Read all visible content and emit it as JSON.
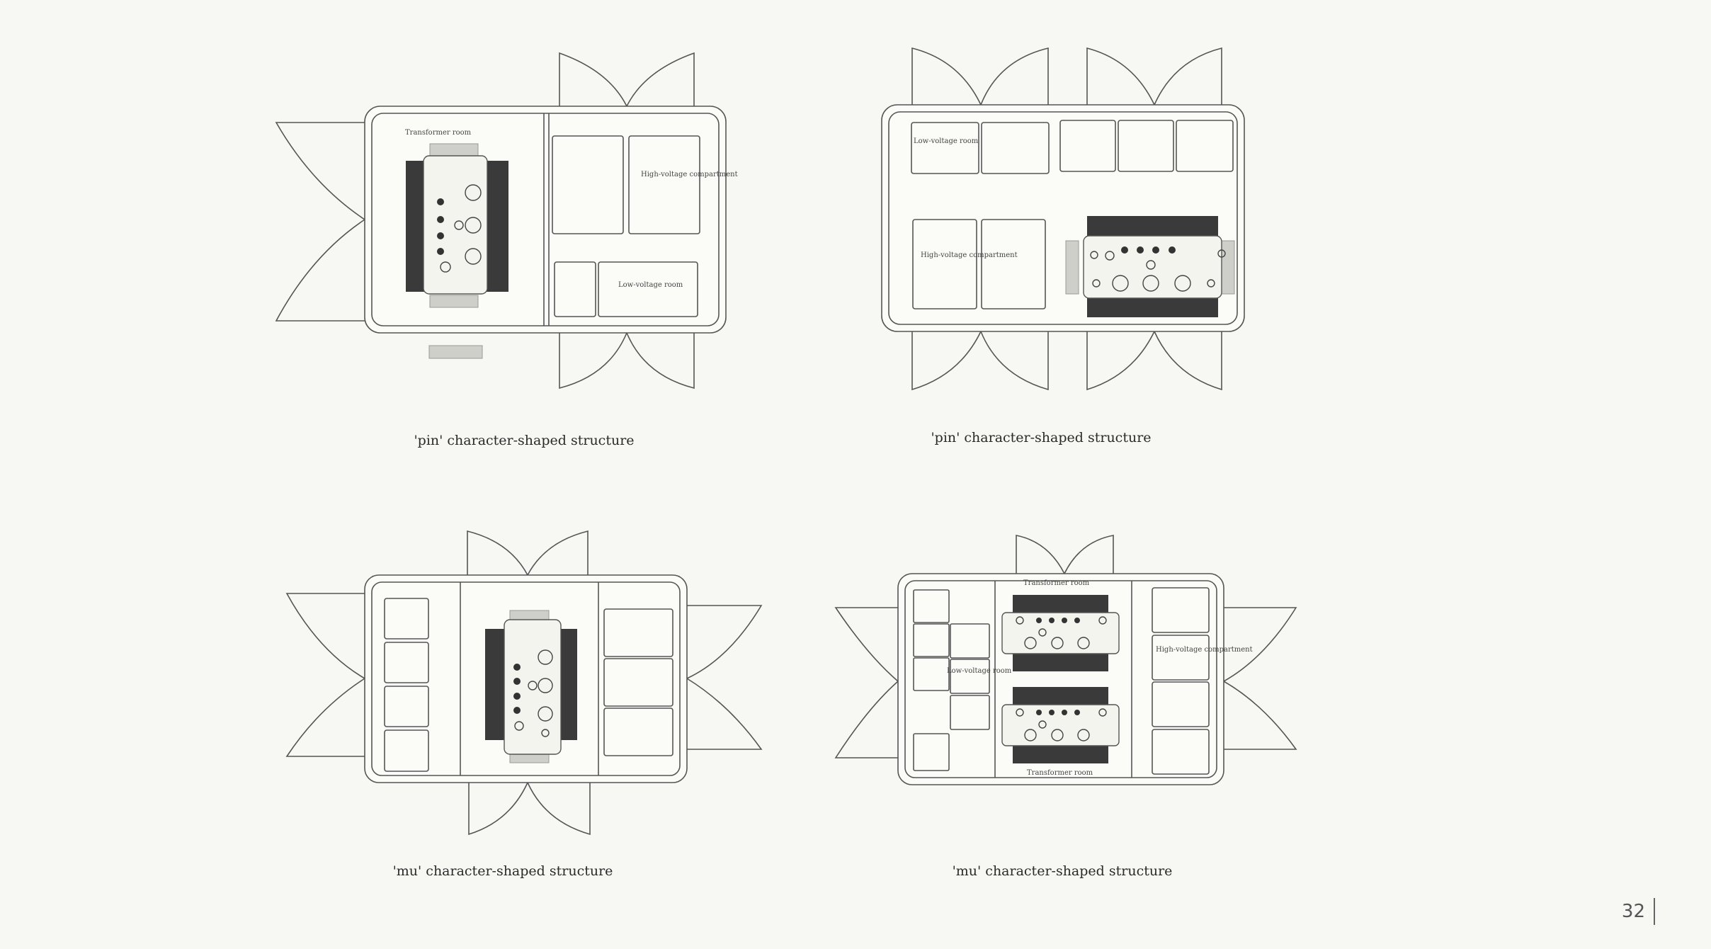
{
  "layouts": [
    {
      "caption": "'pin' character-shaped structure",
      "labels": [
        "Transformer room",
        "High-voltage compartment",
        "Low-voltage room"
      ]
    },
    {
      "caption": "'pin' character-shaped structure",
      "labels": [
        "Low-voltage room",
        "High-voltage compartment"
      ]
    },
    {
      "caption": "'mu' character-shaped structure",
      "labels": []
    },
    {
      "caption": "'mu' character-shaped structure",
      "labels": [
        "Transformer room",
        "Low-voltage room",
        "High-voltage compartment",
        "Transformer room"
      ]
    }
  ],
  "page": {
    "number": "32"
  }
}
